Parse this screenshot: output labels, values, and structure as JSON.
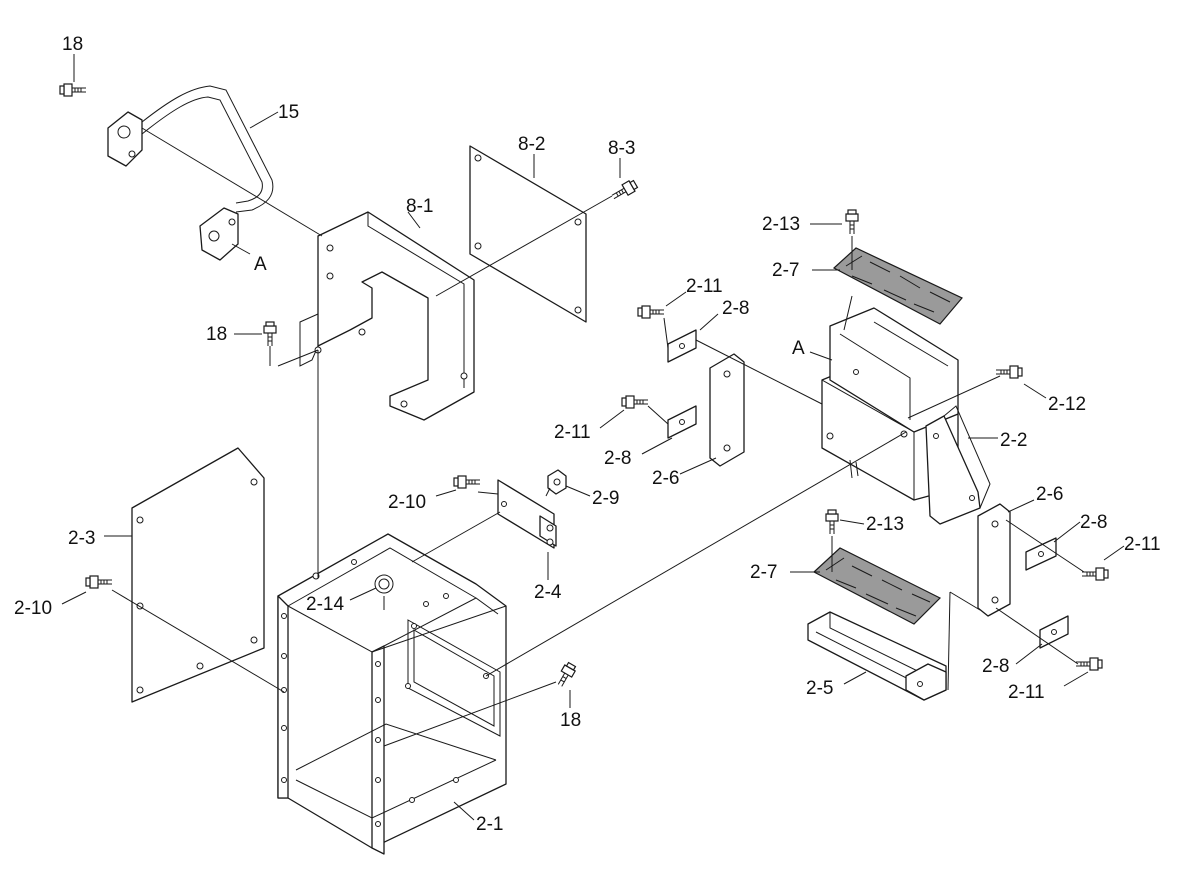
{
  "labels": {
    "p18_a": "18",
    "p15": "15",
    "pA_1": "A",
    "p8_2": "8-2",
    "p8_3": "8-3",
    "p8_1": "8-1",
    "p18_b": "18",
    "p2_13_a": "2-13",
    "p2_7_a": "2-7",
    "p2_11_a": "2-11",
    "p2_8_a": "2-8",
    "pA_2": "A",
    "p2_12": "2-12",
    "p2_11_b": "2-11",
    "p2_8_b": "2-8",
    "p2_2": "2-2",
    "p2_6_a": "2-6",
    "p2_10_a": "2-10",
    "p2_9": "2-9",
    "p2_3": "2-3",
    "p2_6_b": "2-6",
    "p2_8_c": "2-8",
    "p2_13_b": "2-13",
    "p2_11_c": "2-11",
    "p2_4": "2-4",
    "p2_7_b": "2-7",
    "p2_14": "2-14",
    "p2_10_b": "2-10",
    "p2_5": "2-5",
    "p2_8_d": "2-8",
    "p2_11_d": "2-11",
    "p18_c": "18",
    "p2_1": "2-1"
  }
}
